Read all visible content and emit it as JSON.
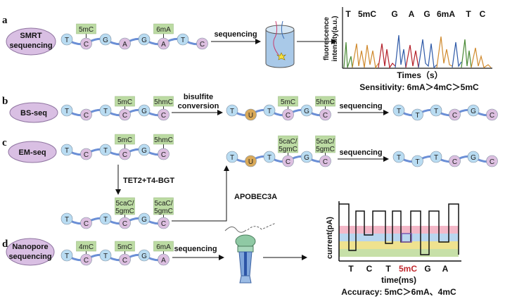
{
  "panels": {
    "a": {
      "letter": "a",
      "method": [
        "SMRT",
        "sequencing"
      ],
      "bases": [
        "T",
        "C",
        "G",
        "A",
        "G",
        "A",
        "T",
        "C"
      ],
      "mods": [
        {
          "label": [
            "5mC"
          ],
          "base": 1
        },
        {
          "label": [
            "6mA"
          ],
          "base": 5
        }
      ],
      "arrow_label": "sequencing",
      "trace_labels": [
        "T",
        "5mC",
        "G",
        "A",
        "G",
        "6mA",
        "T",
        "C"
      ],
      "y_axis": [
        "fluorescence",
        "intensity(a.u.)"
      ],
      "x_axis": "Times（s）",
      "result": "Sensitivity: 6mA＞4mC＞5mC"
    },
    "b": {
      "letter": "b",
      "method": [
        "BS-seq"
      ],
      "bases": [
        "T",
        "C",
        "T",
        "C",
        "G",
        "C"
      ],
      "mods": [
        {
          "label": [
            "5mC"
          ],
          "base": 3
        },
        {
          "label": [
            "5hmC"
          ],
          "base": 5
        }
      ],
      "arrow_label": [
        "bisulfite",
        "conversion"
      ],
      "mid_bases": [
        "T",
        "U",
        "T",
        "C",
        "G",
        "C"
      ],
      "mid_mods": [
        {
          "label": [
            "5mC"
          ],
          "base": 3
        },
        {
          "label": [
            "5hmC"
          ],
          "base": 5
        }
      ],
      "arrow2_label": "sequencing",
      "final_bases": [
        "T",
        "T",
        "T",
        "C",
        "G",
        "C"
      ]
    },
    "c": {
      "letter": "c",
      "method": [
        "EM-seq"
      ],
      "bases": [
        "T",
        "C",
        "T",
        "C",
        "G",
        "C"
      ],
      "mods": [
        {
          "label": [
            "5mC"
          ],
          "base": 3
        },
        {
          "label": [
            "5hmC"
          ],
          "base": 5
        }
      ],
      "enzyme1": "TET2+T4-BGT",
      "lower_bases": [
        "T",
        "C",
        "T",
        "C",
        "G",
        "C"
      ],
      "lower_mods": [
        {
          "label": [
            "5caC/",
            "5gmC"
          ],
          "base": 3
        },
        {
          "label": [
            "5caC/",
            "5gmC"
          ],
          "base": 5
        }
      ],
      "enzyme2": "APOBEC3A",
      "mid_bases": [
        "T",
        "U",
        "T",
        "C",
        "G",
        "C"
      ],
      "mid_mods": [
        {
          "label": [
            "5caC/",
            "5gmC"
          ],
          "base": 3
        },
        {
          "label": [
            "5caC/",
            "5gmC"
          ],
          "base": 5
        }
      ],
      "arrow2_label": "sequencing",
      "final_bases": [
        "T",
        "T",
        "T",
        "C",
        "G",
        "C"
      ]
    },
    "d": {
      "letter": "d",
      "method": [
        "Nanopore",
        "sequencing"
      ],
      "bases": [
        "T",
        "C",
        "T",
        "C",
        "G",
        "A"
      ],
      "mods": [
        {
          "label": [
            "4mC"
          ],
          "base": 1
        },
        {
          "label": [
            "5mC"
          ],
          "base": 3
        },
        {
          "label": [
            "6mA"
          ],
          "base": 5
        }
      ],
      "arrow_label": "sequencing",
      "y_axis": "current(pA)",
      "x_labels": [
        "T",
        "C",
        "T",
        "5mC",
        "G",
        "A"
      ],
      "x_axis": "time(ms)",
      "result": "Accuracy: 5mC＞6mA、4mC"
    }
  },
  "colors": {
    "T": "#b9dcf2",
    "C": "#dcbfe0",
    "G": "#b9dcf2",
    "A": "#dcbfe0",
    "U": "#d9a959",
    "mod_box": "#bcdba3",
    "method_ellipse": "#d9bfe3",
    "strand": "#6b8fd6",
    "highlight": "#c0282d"
  }
}
